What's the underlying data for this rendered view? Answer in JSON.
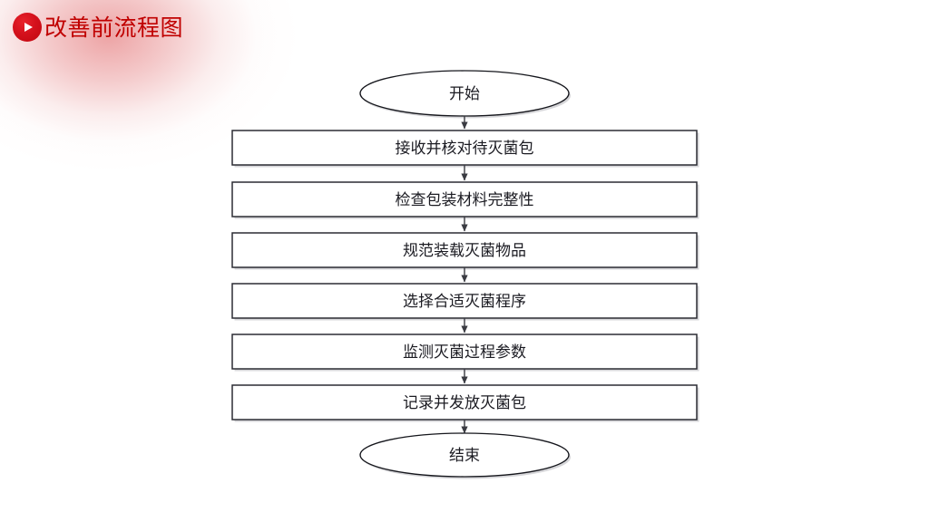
{
  "page": {
    "background_color": "#ffffff",
    "accent_color": "#C00000",
    "glow_color": "#e26c6e"
  },
  "header": {
    "icon": "play-circle-icon",
    "title": "改善前流程图"
  },
  "flowchart": {
    "type": "flowchart",
    "orientation": "vertical",
    "node_fill": "#ffffff",
    "node_stroke": "#2b2c33",
    "text_color": "#1b1b22",
    "nodes": [
      {
        "id": "start",
        "shape": "terminator",
        "label": "开始"
      },
      {
        "id": "step1",
        "shape": "process",
        "label": "接收并核对待灭菌包"
      },
      {
        "id": "step2",
        "shape": "process",
        "label": "检查包装材料完整性"
      },
      {
        "id": "step3",
        "shape": "process",
        "label": "规范装载灭菌物品"
      },
      {
        "id": "step4",
        "shape": "process",
        "label": "选择合适灭菌程序"
      },
      {
        "id": "step5",
        "shape": "process",
        "label": "监测灭菌过程参数"
      },
      {
        "id": "step6",
        "shape": "process",
        "label": "记录并发放灭菌包"
      },
      {
        "id": "end",
        "shape": "terminator",
        "label": "结束"
      }
    ],
    "edges": [
      {
        "from": "start",
        "to": "step1",
        "arrow": "down"
      },
      {
        "from": "step1",
        "to": "step2",
        "arrow": "down"
      },
      {
        "from": "step2",
        "to": "step3",
        "arrow": "down"
      },
      {
        "from": "step3",
        "to": "step4",
        "arrow": "down"
      },
      {
        "from": "step4",
        "to": "step5",
        "arrow": "down"
      },
      {
        "from": "step5",
        "to": "step6",
        "arrow": "down"
      },
      {
        "from": "step6",
        "to": "end",
        "arrow": "down"
      }
    ]
  }
}
